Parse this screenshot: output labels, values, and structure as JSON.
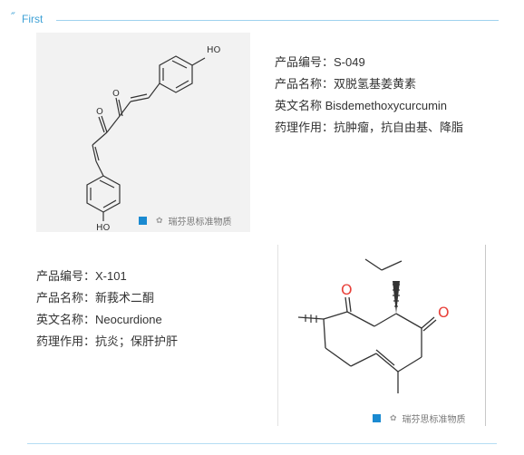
{
  "header": {
    "quote_mark": "″",
    "title": "First"
  },
  "products": [
    {
      "code_label": "产品编号：",
      "code": "S-049",
      "name_label": "产品名称：",
      "name": "双脱氢基姜黄素",
      "en_label": "英文名称 ",
      "en": "Bisdemethoxycurcumin",
      "use_label": "药理作用：",
      "use": "抗肿瘤，抗自由基、降脂"
    },
    {
      "code_label": "产品编号：",
      "code": "X-101",
      "name_label": "产品名称：",
      "name": "新莪术二酮",
      "en_label": "英文名称：",
      "en": "Neocurdione",
      "use_label": "药理作用：",
      "use": "抗炎；保肝护肝"
    }
  ],
  "molecule1": {
    "atom_labels": [
      "HO",
      "O",
      "O",
      "HO"
    ]
  },
  "molecule2": {
    "atom_labels": [
      "O",
      "O"
    ],
    "o_color": "#e8413a"
  },
  "watermark": {
    "icon": "wechat-icon",
    "icon_glyph": "✿",
    "text": "瑞芬思标准物质"
  },
  "colors": {
    "accent": "#3ea1d6",
    "brand_square": "#1a8ad1"
  }
}
